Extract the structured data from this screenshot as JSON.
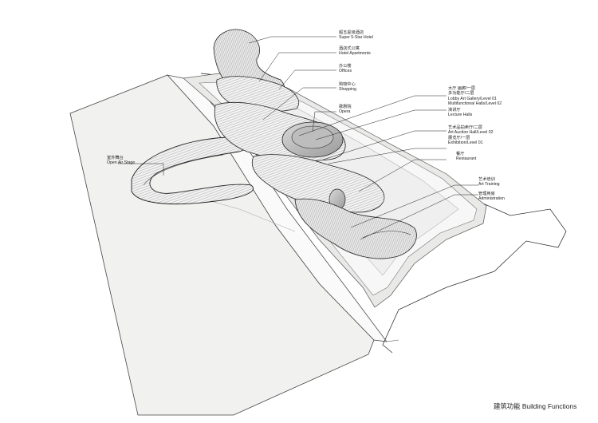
{
  "title": "建筑功能  Building Functions",
  "labels": [
    {
      "id": "super-5-star-hotel",
      "zh": "超五星级酒店",
      "en": "Super 5-Star Hotel"
    },
    {
      "id": "hotel-apartments",
      "zh": "酒店式公寓",
      "en": "Hotel Apartments"
    },
    {
      "id": "offices",
      "zh": "办公楼",
      "en": "Offices"
    },
    {
      "id": "shopping",
      "zh": "购物中心",
      "en": "Shopping"
    },
    {
      "id": "opera",
      "zh": "歌剧院",
      "en": "Opera"
    },
    {
      "id": "lobby",
      "zh": "大厅 画廊/一层",
      "en": "Lobby Art Gallery/Level 01",
      "en2": "Multifunctional Halls/Level 02",
      "zh2": "多功能厅/二层"
    },
    {
      "id": "lecture-halls",
      "zh": "演讲厅",
      "en": "Lecture Halls"
    },
    {
      "id": "art-auction",
      "zh": "艺术品拍卖厅/二层",
      "en": "Art Auction Hall/Level 02",
      "zh2": "展览厅/一层",
      "en2": "Exhibition/Level 01"
    },
    {
      "id": "restaurant",
      "zh": "餐厅",
      "en": "Restaurant"
    },
    {
      "id": "art-training",
      "zh": "艺术培训",
      "en": "Art Training"
    },
    {
      "id": "administration",
      "zh": "管理用房",
      "en": "Administration"
    },
    {
      "id": "open-air-stage",
      "zh": "室外舞台",
      "en": "Open Air Stage"
    }
  ]
}
